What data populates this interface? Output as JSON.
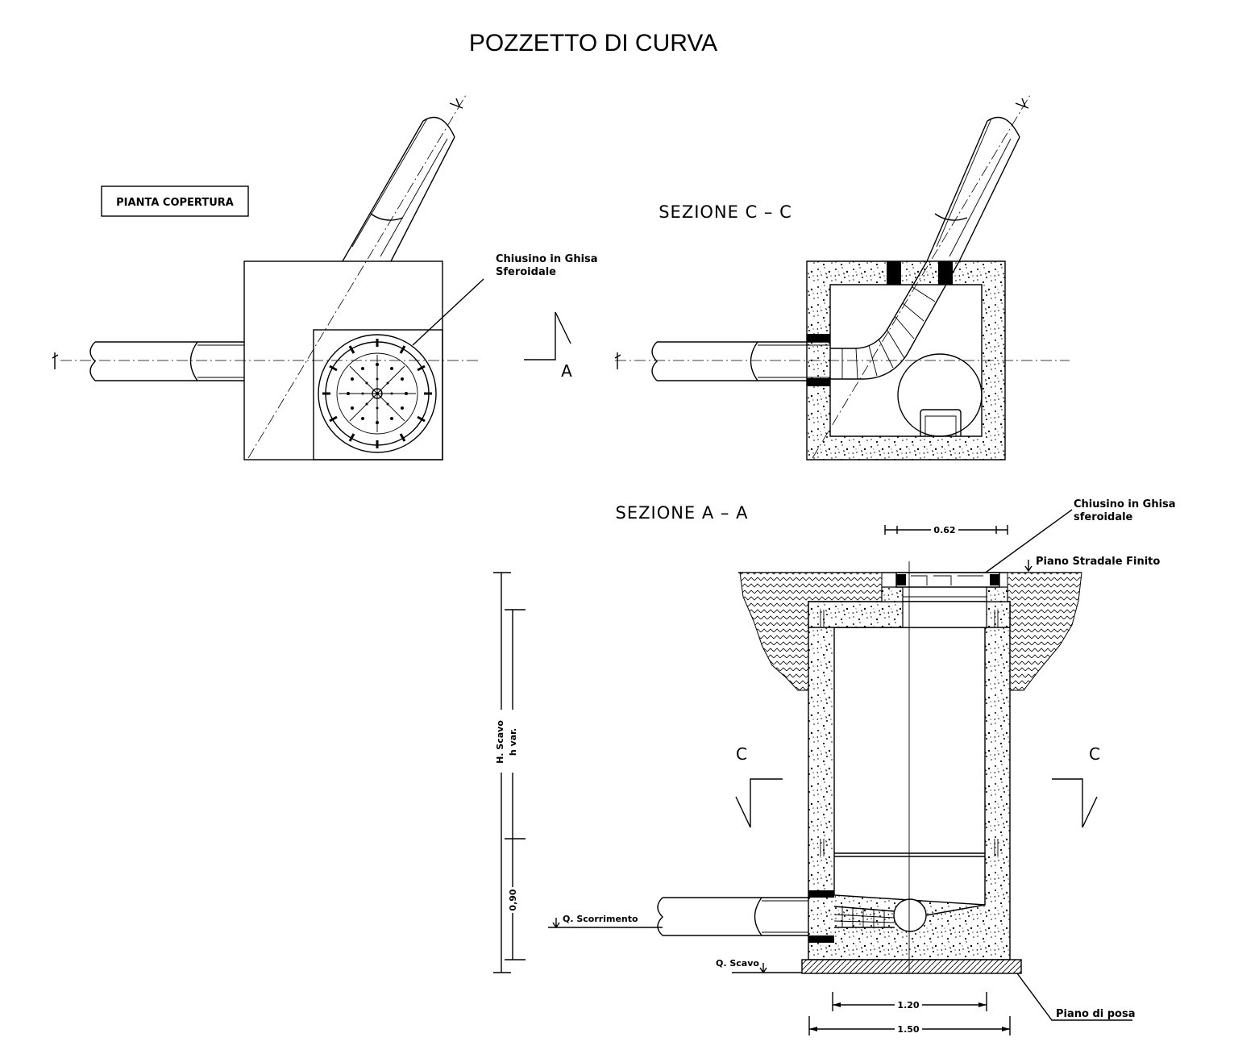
{
  "title": "POZZETTO DI CURVA",
  "plan": {
    "label": "PIANTA COPERTURA",
    "callout": [
      "Chiusino in Ghisa",
      "Sferoidale"
    ],
    "section_marker": "A"
  },
  "section_cc": {
    "title": "SEZIONE C – C"
  },
  "section_aa": {
    "title": "SEZIONE A – A",
    "callout": [
      "Chiusino in Ghisa",
      "sferoidale"
    ],
    "dim_top": "0.62",
    "piano_stradale": "Piano Stradale Finito",
    "h_scavo": "H. Scavo",
    "h_var": "h var.",
    "dim_090": "0,90",
    "q_scorrimento": "Q. Scorrimento",
    "q_scavo": "Q. Scavo",
    "dim_120": "1.20",
    "dim_150": "1.50",
    "piano_posa": "Piano di posa",
    "marker_c_left": "C",
    "marker_c_right": "C"
  },
  "colors": {
    "ink": "#000000",
    "paper": "#ffffff"
  }
}
